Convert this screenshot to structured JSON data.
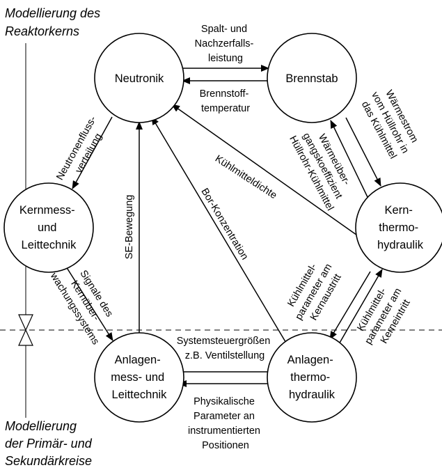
{
  "regions": {
    "core": [
      "Modellierung des",
      "Reaktorkerns"
    ],
    "circuits": [
      "Modellierung",
      "der Primär- und",
      "Sekundärkreise"
    ]
  },
  "nodes": {
    "neutronik": [
      "Neutronik"
    ],
    "brennstab": [
      "Brennstab"
    ],
    "kernmess": [
      "Kernmess-",
      "und",
      "Leittechnik"
    ],
    "kern_thermo": [
      "Kern-",
      "thermo-",
      "hydraulik"
    ],
    "anlagen_mess": [
      "Anlagen-",
      "mess- und",
      "Leittechnik"
    ],
    "anlagen_thermo": [
      "Anlagen-",
      "thermo-",
      "hydraulik"
    ]
  },
  "labels": {
    "spalt": [
      "Spalt- und",
      "Nachzerfalls-",
      "leistung"
    ],
    "brennstofftemp": [
      "Brennstoff-",
      "temperatur"
    ],
    "neutronenfluss": [
      "Neutronenfluss-",
      "verteilung"
    ],
    "waermestrom": [
      "Wärmestrom",
      "vom Hüllrohr in",
      "das Kühlmittel"
    ],
    "waermeuebergang": [
      "Wärmeüber-",
      "gangskoeffizient",
      "Hüllrohr-Kühlmittel"
    ],
    "kuehlmitteldichte": [
      "Kühlmitteldichte"
    ],
    "bor": [
      "Bor-Konzentration"
    ],
    "se": [
      "SE-Bewegung"
    ],
    "signale": [
      "Signale des",
      "Kernüber-",
      "wachungssystems"
    ],
    "austritt": [
      "Kühlmittel-",
      "parameter am",
      "Kernaustritt"
    ],
    "eintritt": [
      "Kühlmittel-",
      "parameter am",
      "Kerneintritt"
    ],
    "systemsteuer": [
      "Systemsteuergrößen",
      "z.B. Ventilstellung"
    ],
    "physikalische": [
      "Physikalische",
      "Parameter an",
      "instrumentierten",
      "Positionen"
    ]
  }
}
